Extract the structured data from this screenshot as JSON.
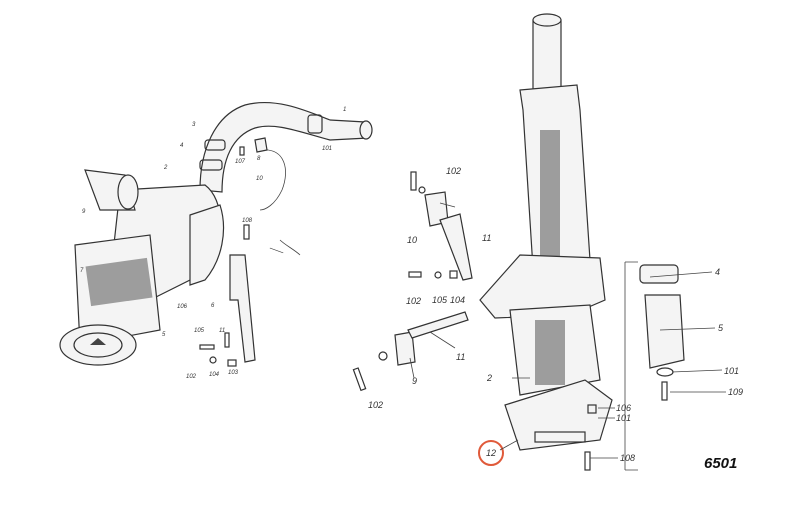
{
  "figure_number": "6501",
  "highlight_color": "#e05a3a",
  "left_assembly": {
    "labels": [
      "1",
      "3",
      "4",
      "2",
      "107",
      "8",
      "101",
      "10",
      "9",
      "7",
      "108",
      "6",
      "106",
      "5",
      "105",
      "11",
      "102",
      "104",
      "103"
    ]
  },
  "middle_assembly": {
    "labels": [
      "102",
      "10",
      "11",
      "102",
      "105",
      "104",
      "11",
      "9",
      "102"
    ]
  },
  "right_assembly": {
    "labels": [
      "2",
      "4",
      "5",
      "101",
      "109",
      "106",
      "101",
      "108"
    ],
    "highlighted_label": "12"
  }
}
